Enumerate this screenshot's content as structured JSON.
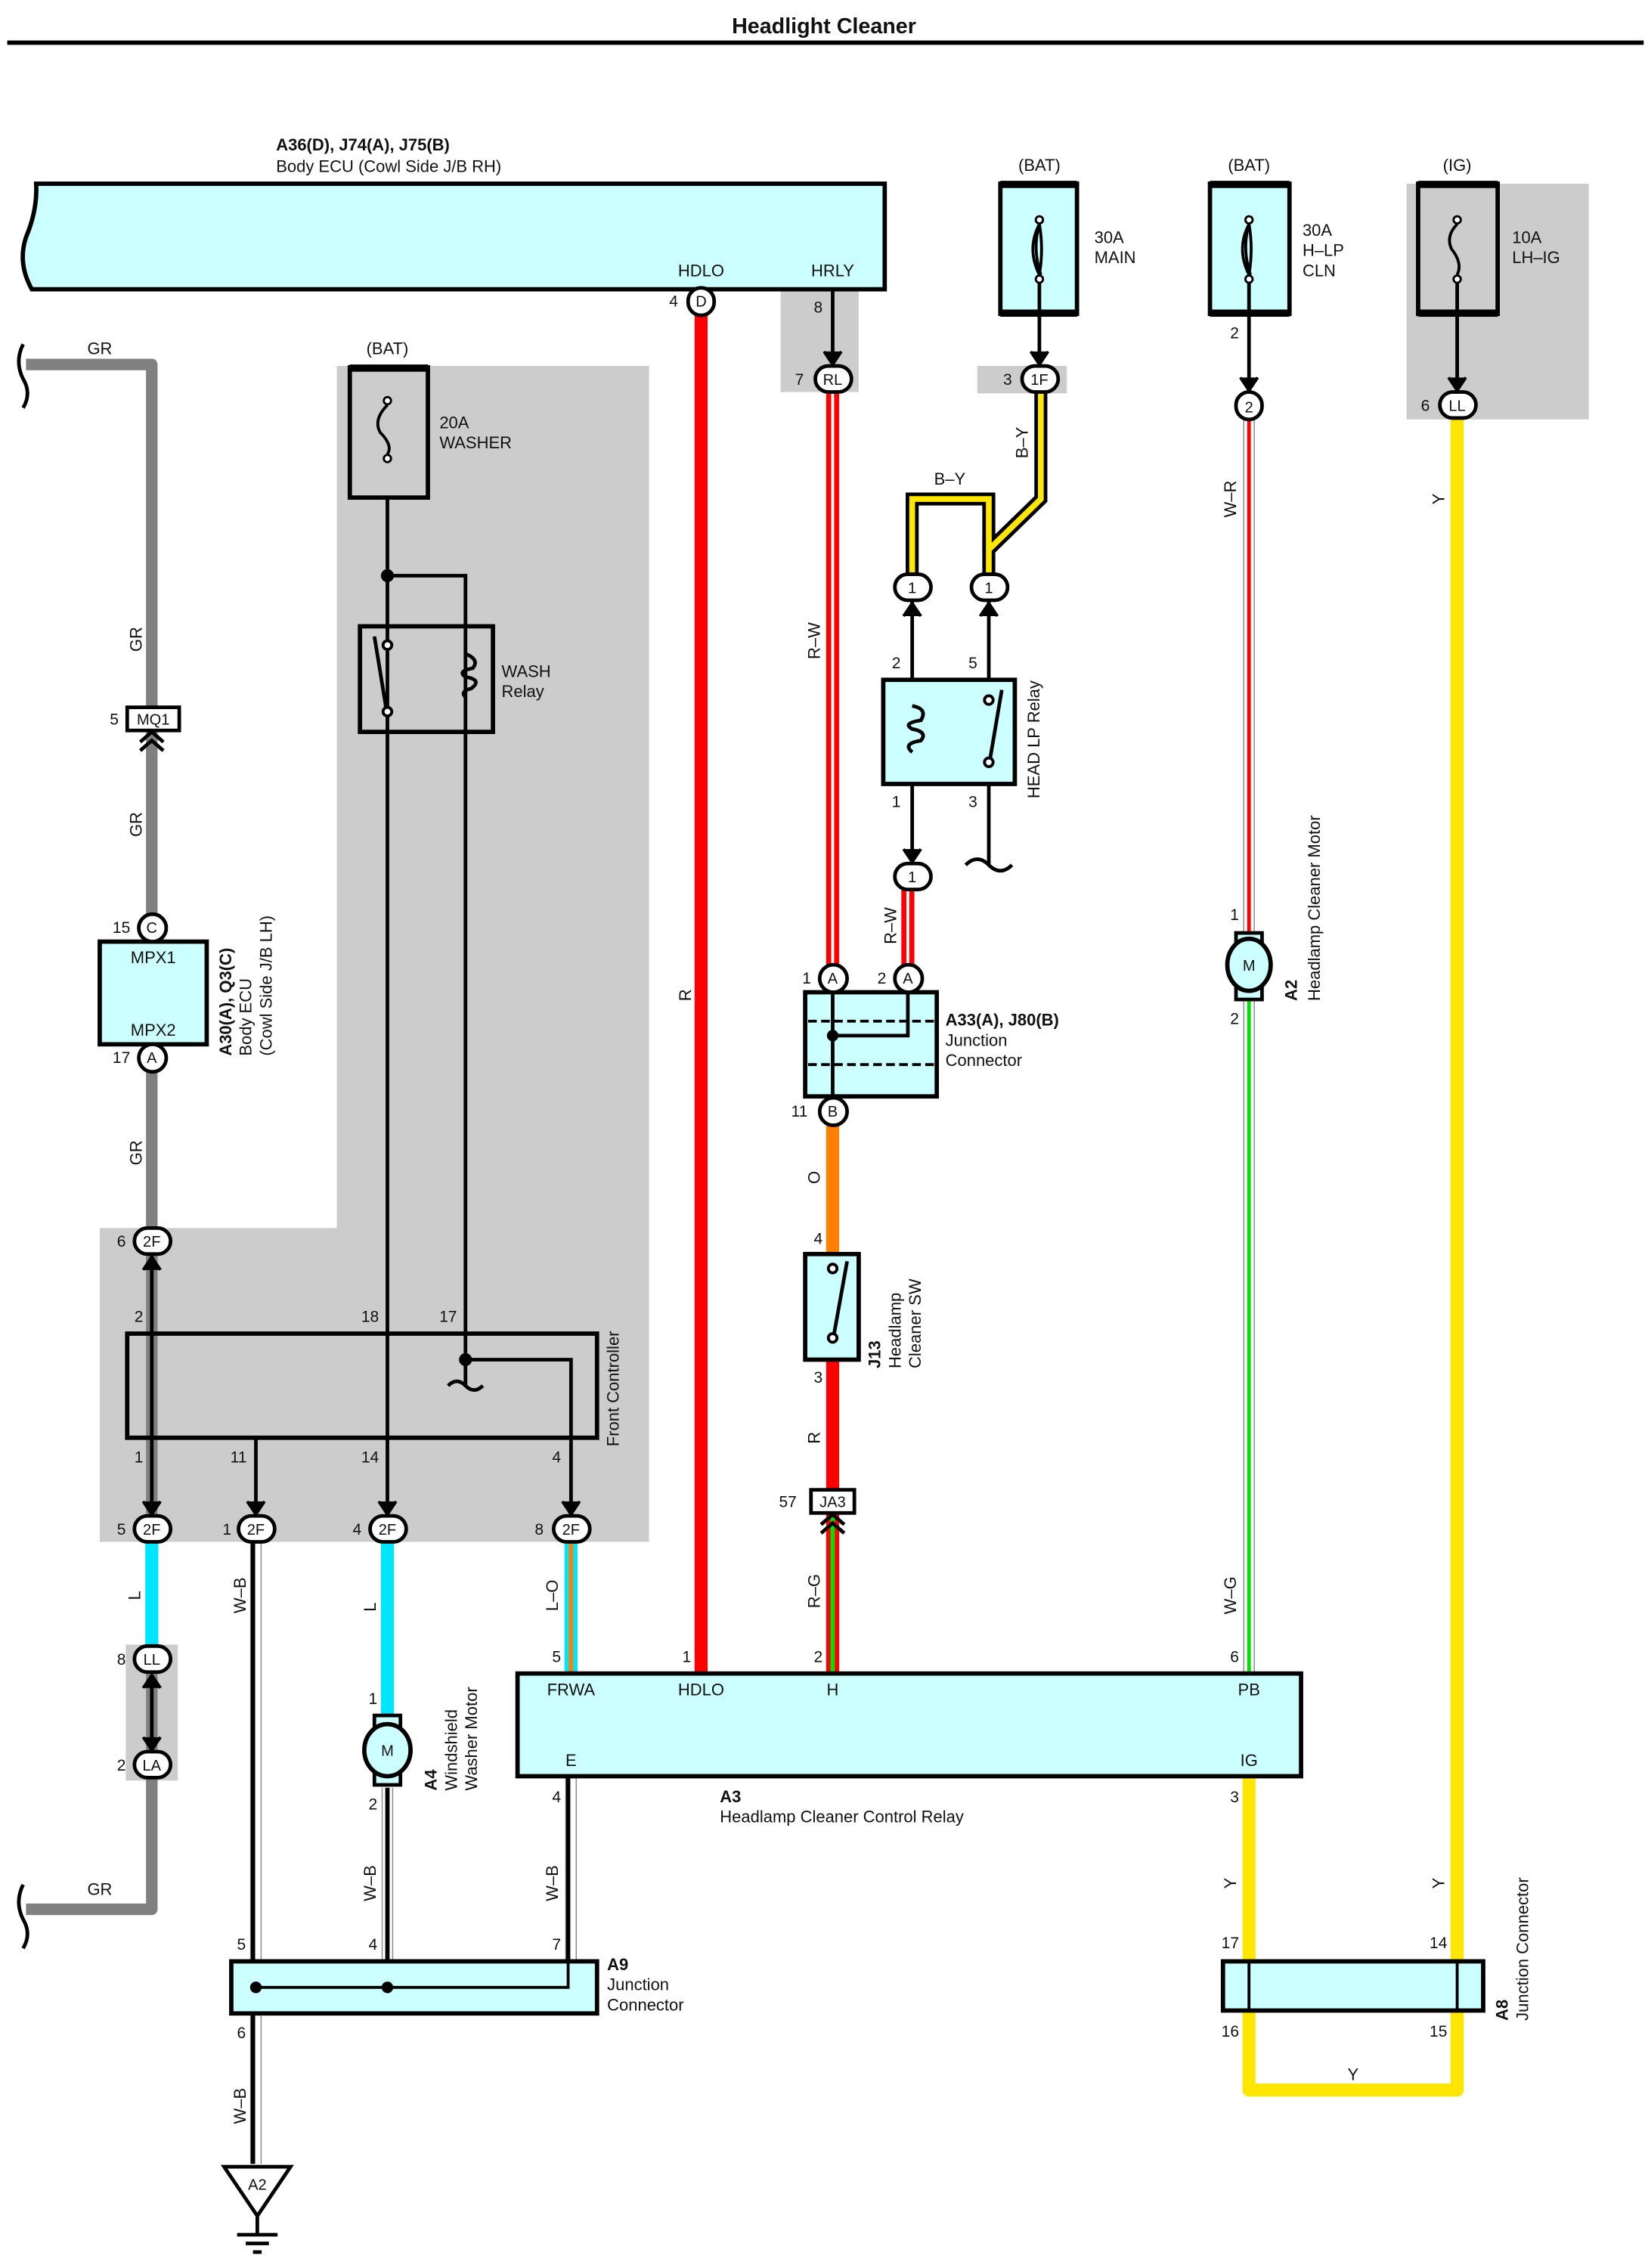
{
  "title": "Headlight Cleaner",
  "colors": {
    "component_fill": "#ccffff",
    "shaded_area": "#cccccc",
    "wire_R": "#ff0000",
    "wire_GR": "#808080",
    "wire_L": "#00e5ff",
    "wire_O": "#ff8000",
    "wire_Y": "#ffe600",
    "wire_G": "#00e000",
    "wire_W": "#ffffff",
    "wire_B": "#000000"
  },
  "components": {
    "body_ecu_rh": {
      "ref": "A36(D), J74(A), J75(B)",
      "name": "Body ECU (Cowl Side J/B RH)",
      "pin_hdlo": "HDLO",
      "pin_hrly": "HRLY"
    },
    "fuse_main": {
      "source": "(BAT)",
      "rating": "30A",
      "name": "MAIN"
    },
    "fuse_hlp": {
      "source": "(BAT)",
      "rating": "30A",
      "name1": "H–LP",
      "name2": "CLN"
    },
    "fuse_lhig": {
      "source": "(IG)",
      "rating": "10A",
      "name": "LH–IG"
    },
    "fuse_washer": {
      "source": "(BAT)",
      "rating": "20A",
      "name": "WASHER"
    },
    "wash_relay": {
      "name1": "WASH",
      "name2": "Relay"
    },
    "head_lp_relay": {
      "name": "HEAD LP Relay",
      "pins": [
        "2",
        "5",
        "1",
        "3"
      ]
    },
    "body_ecu_lh": {
      "ref": "A30(A), Q3(C)",
      "name1": "Body ECU",
      "name2": "(Cowl Side J/B LH)",
      "pin1": "MPX1",
      "pin2": "MPX2"
    },
    "front_controller": {
      "name": "Front Controller",
      "top_pins": [
        "2",
        "18",
        "17"
      ],
      "bottom_pins": [
        "1",
        "11",
        "14",
        "4"
      ]
    },
    "junction_a33": {
      "ref": "A33(A), J80(B)",
      "name1": "Junction",
      "name2": "Connector"
    },
    "headlamp_sw": {
      "ref": "J13",
      "name1": "Headlamp",
      "name2": "Cleaner SW",
      "pin_top": "4",
      "pin_bottom": "3"
    },
    "cleaner_motor": {
      "ref": "A2",
      "name": "Headlamp Cleaner Motor",
      "symbol": "M",
      "pin_top": "1",
      "pin_bottom": "2"
    },
    "washer_motor": {
      "ref": "A4",
      "name1": "Windshield",
      "name2": "Washer Motor",
      "symbol": "M",
      "pin_top": "1",
      "pin_bottom": "2"
    },
    "control_relay": {
      "ref": "A3",
      "name": "Headlamp Cleaner Control Relay",
      "terminals": {
        "frwa": "FRWA",
        "hdlo": "HDLO",
        "h": "H",
        "pb": "PB",
        "e": "E",
        "ig": "IG"
      },
      "pins": {
        "frwa": "5",
        "hdlo": "1",
        "h": "2",
        "pb": "6",
        "e": "4",
        "ig": "3"
      }
    },
    "junction_a9": {
      "ref": "A9",
      "name1": "Junction",
      "name2": "Connector",
      "pins": {
        "a": "5",
        "b": "4",
        "c": "7",
        "d": "6"
      }
    },
    "junction_a8": {
      "ref": "A8",
      "name": "Junction Connector",
      "pins": {
        "a": "17",
        "b": "14",
        "c": "16",
        "d": "15"
      }
    },
    "ground": {
      "ref": "A2"
    }
  },
  "connectors": {
    "d": {
      "code": "D",
      "pin": "4"
    },
    "rl": {
      "code": "RL",
      "pin": "7",
      "upper_pin": "8"
    },
    "f1": {
      "code": "1F",
      "pin": "3"
    },
    "hlp2": {
      "code": "2",
      "pin": "2"
    },
    "ll6": {
      "code": "LL",
      "pin": "6"
    },
    "r1a": {
      "code": "1"
    },
    "r1b": {
      "code": "1"
    },
    "r1c": {
      "code": "1"
    },
    "a1": {
      "code": "A",
      "pin": "1"
    },
    "a2": {
      "code": "A",
      "pin": "2"
    },
    "b11": {
      "code": "B",
      "pin": "11"
    },
    "ja3": {
      "code": "JA3",
      "pin": "57"
    },
    "mq1": {
      "code": "MQ1",
      "pin": "5"
    },
    "c15": {
      "code": "C",
      "pin": "15"
    },
    "a17": {
      "code": "A",
      "pin": "17"
    },
    "f2_6": {
      "code": "2F",
      "pin": "6"
    },
    "f2_5": {
      "code": "2F",
      "pin": "5"
    },
    "f2_1": {
      "code": "2F",
      "pin": "1"
    },
    "f2_4": {
      "code": "2F",
      "pin": "4"
    },
    "f2_8": {
      "code": "2F",
      "pin": "8"
    },
    "ll8": {
      "code": "LL",
      "pin": "8"
    },
    "la2": {
      "code": "LA",
      "pin": "2"
    }
  },
  "wire_labels": {
    "gr_top": "GR",
    "gr_1": "GR",
    "gr_2": "GR",
    "gr_3": "GR",
    "gr_bottom": "GR",
    "r_hdlo": "R",
    "rw_1": "R–W",
    "rw_2": "R–W",
    "by_h": "B–Y",
    "by_v": "B–Y",
    "wr": "W–R",
    "y_1": "Y",
    "y_2": "Y",
    "y_3": "Y",
    "y_loop": "Y",
    "o": "O",
    "r_sw": "R",
    "rg": "R–G",
    "wg": "W–G",
    "l_1": "L",
    "l_2": "L",
    "lo": "L–O",
    "wb_1": "W–B",
    "wb_2": "W–B",
    "wb_3": "W–B",
    "wb_4": "W–B"
  }
}
